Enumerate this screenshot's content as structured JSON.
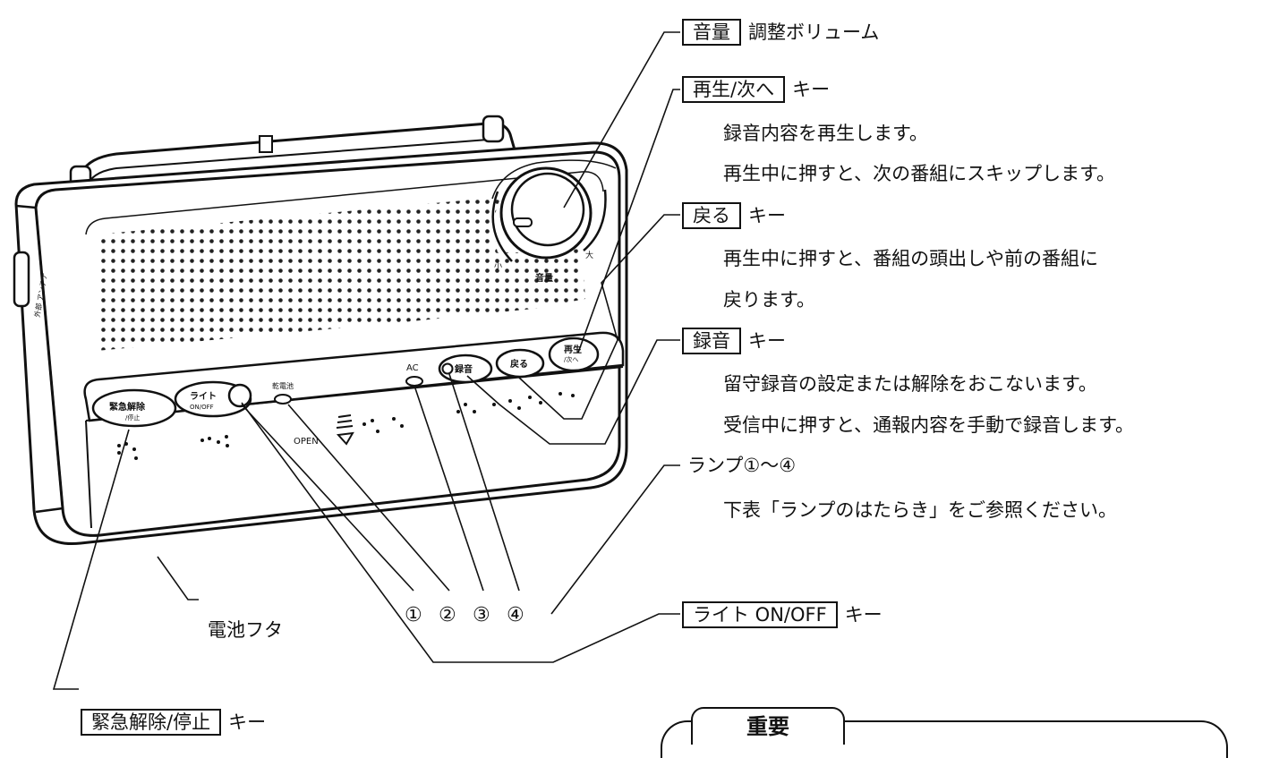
{
  "device": {
    "volume_dial_small": "小",
    "volume_dial_large": "大",
    "volume_dial_label": "音量",
    "emergency_key_line1": "緊急解除",
    "emergency_key_line2": "/停止",
    "light_key_line1": "ライト",
    "light_key_line2": "ON/OFF",
    "battery_lamp_label": "乾電池",
    "ac_lamp_label": "AC",
    "record_key": "録音",
    "back_key": "戻る",
    "play_key_line1": "再生",
    "play_key_line2": "/次へ",
    "open_label": "OPEN",
    "side_jack_label": "外部 アンテナ"
  },
  "callouts": {
    "volume": {
      "key": "音量",
      "text": "調整ボリューム"
    },
    "play": {
      "key": "再生/次へ",
      "suffix": "キー",
      "desc": [
        "録音内容を再生します。",
        "再生中に押すと、次の番組にスキップします。"
      ]
    },
    "back": {
      "key": "戻る",
      "suffix": "キー",
      "desc": [
        "再生中に押すと、番組の頭出しや前の番組に",
        "戻ります。"
      ]
    },
    "record": {
      "key": "録音",
      "suffix": "キー",
      "desc": [
        "留守録音の設定または解除をおこないます。",
        "受信中に押すと、通報内容を手動で録音します。"
      ]
    },
    "lamps": {
      "title": "ランプ①〜④",
      "desc": "下表「ランプのはたらき」をご参照ください。"
    },
    "light": {
      "key": "ライト ON/OFF",
      "suffix": "キー"
    },
    "battery_cover": {
      "text": "電池フタ"
    },
    "emergency": {
      "key": "緊急解除/停止",
      "suffix": "キー"
    },
    "lamp_numbers": [
      "①",
      "②",
      "③",
      "④"
    ]
  },
  "important_box": {
    "title": "重要"
  }
}
